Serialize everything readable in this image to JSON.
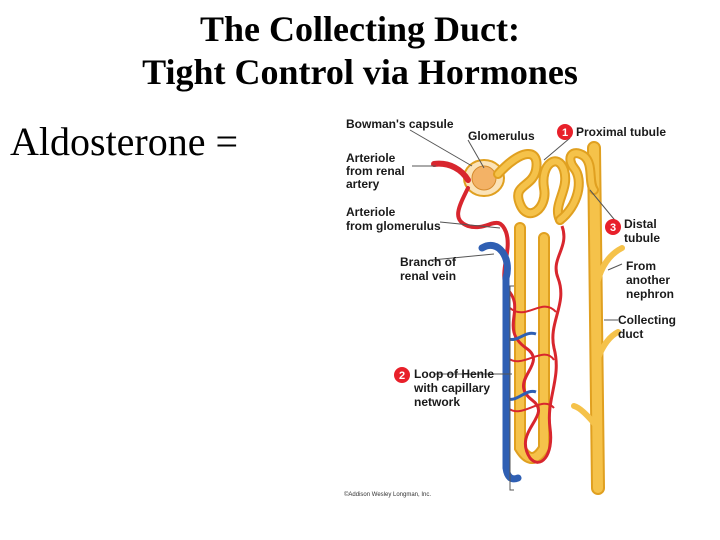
{
  "slide": {
    "title_line1": "The Collecting Duct:",
    "title_line2": "Tight Control via Hormones",
    "bullet": "Aldosterone ="
  },
  "figure": {
    "labels": {
      "bowmans_capsule": "Bowman's capsule",
      "glomerulus": "Glomerulus",
      "proximal_tubule": "Proximal tubule",
      "arteriole_renal_1": "Arteriole",
      "arteriole_renal_2": "from renal",
      "arteriole_renal_3": "artery",
      "arteriole_glom_1": "Arteriole",
      "arteriole_glom_2": "from glomerulus",
      "distal_1": "Distal",
      "distal_2": "tubule",
      "branch_1": "Branch of",
      "branch_2": "renal vein",
      "from_another_1": "From",
      "from_another_2": "another",
      "from_another_3": "nephron",
      "collecting_1": "Collecting",
      "collecting_2": "duct",
      "loop_1": "Loop of Henle",
      "loop_2": "with capillary",
      "loop_3": "network",
      "copyright": "©Addison Wesley Longman, Inc."
    },
    "markers": {
      "m1": "1",
      "m2": "2",
      "m3": "3"
    },
    "colors": {
      "tubule": "#f5c24a",
      "tubule_edge": "#e0a020",
      "artery": "#d8262e",
      "vein": "#2f5fb3",
      "marker": "#e8202a"
    }
  }
}
